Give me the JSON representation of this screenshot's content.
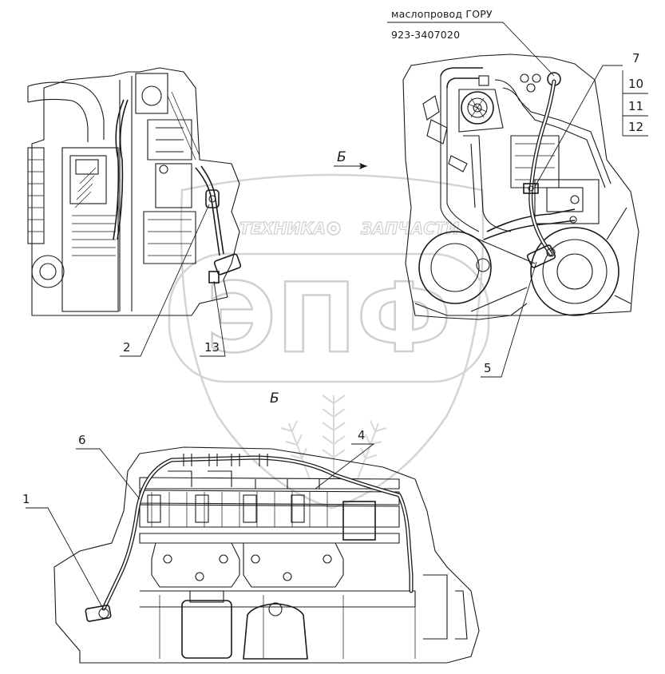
{
  "note": {
    "line1": "маслопровод ГОРУ",
    "line2": "923-3407020"
  },
  "callouts": {
    "c1": "1",
    "c2": "2",
    "c4": "4",
    "c5": "5",
    "c6": "6",
    "c7": "7",
    "c10": "10",
    "c11": "11",
    "c12": "12",
    "c13": "13"
  },
  "view_marks": {
    "arrow_label": "Б",
    "view_label": "Б"
  },
  "watermark": {
    "left_word": "ТЕХНИКА",
    "right_word": "ЗАПЧАСТИ",
    "logo_letters": "ЭПФ",
    "color": "#cfcfcf"
  },
  "colors": {
    "ink": "#1a1a1a",
    "paper": "#ffffff"
  }
}
